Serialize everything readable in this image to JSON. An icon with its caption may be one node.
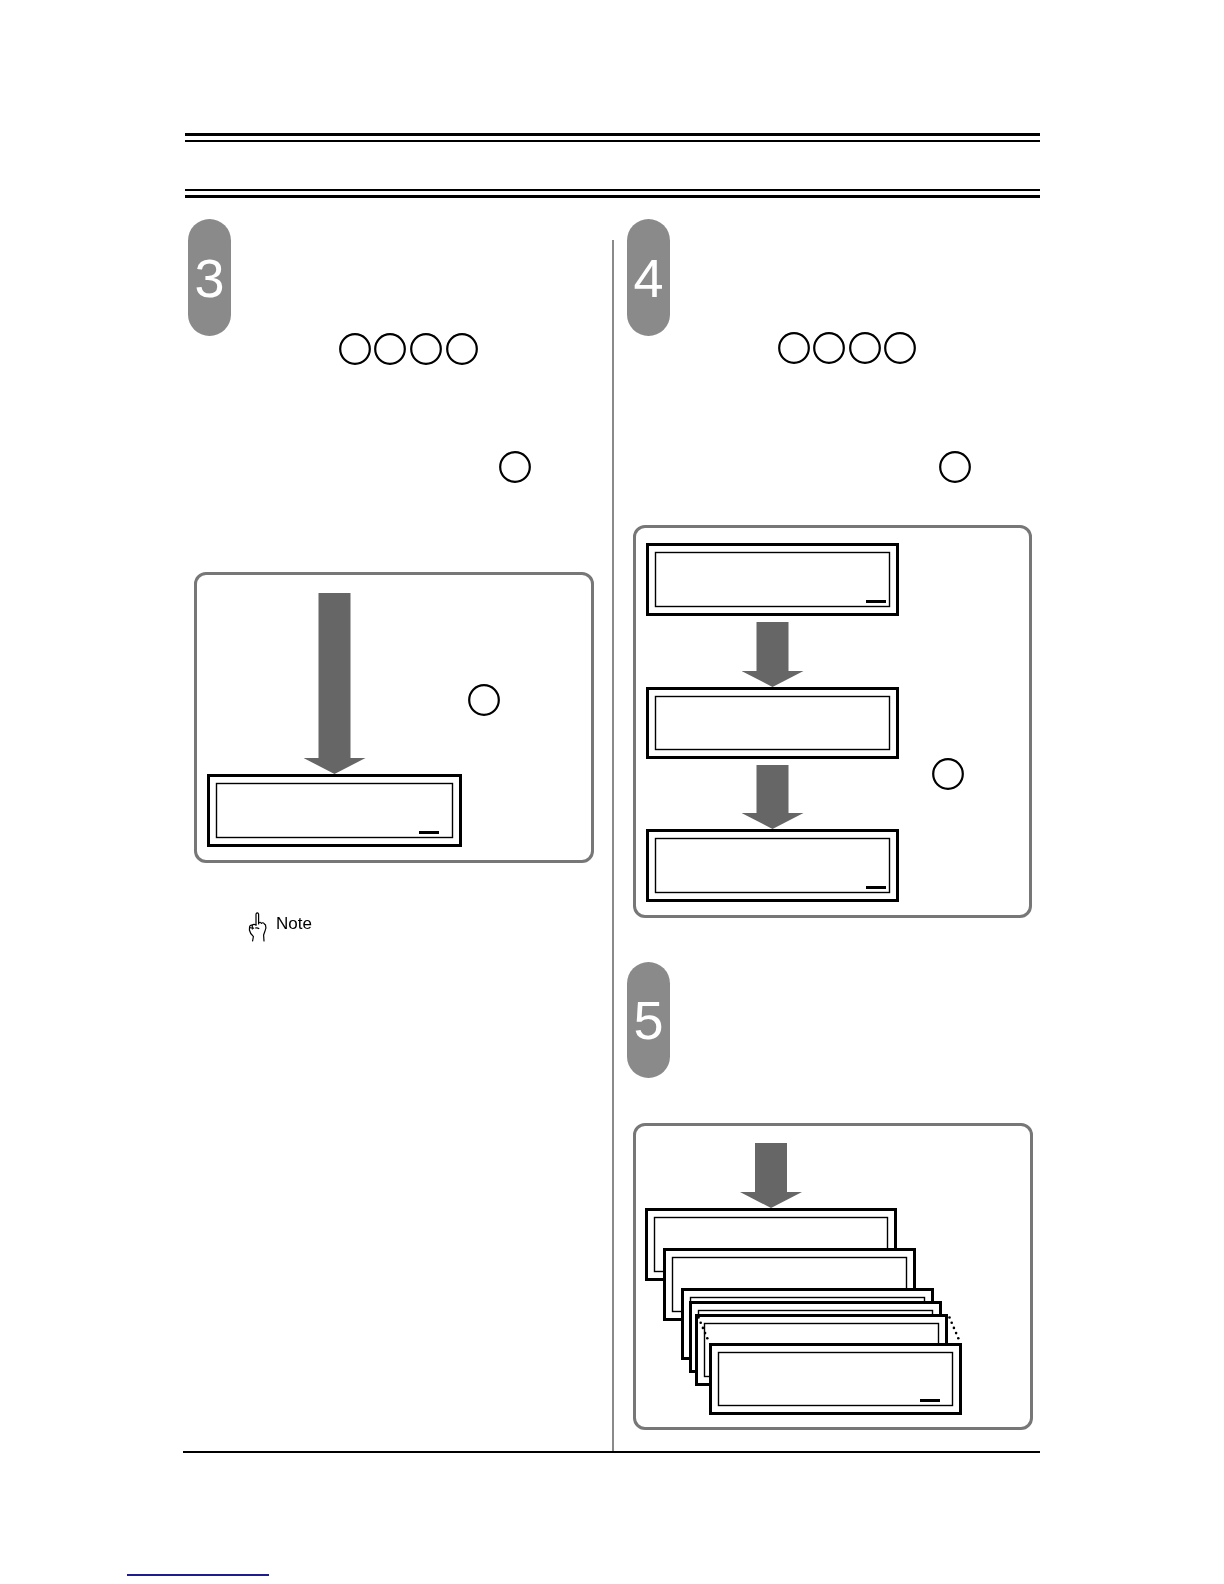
{
  "diagram": {
    "nodes": [
      {
        "text": [
          "3"
        ]
      },
      {
        "text": [],
        "shape": "box"
      },
      {
        "text": [
          "4"
        ]
      },
      {
        "text": [],
        "shape": "box"
      },
      {
        "text": [],
        "shape": "box"
      },
      {
        "text": [],
        "shape": "box"
      },
      {
        "text": [
          "5"
        ]
      },
      {
        "text": [],
        "shape": "box"
      },
      {
        "text": [],
        "shape": "box"
      },
      {
        "text": [],
        "shape": "box"
      },
      {
        "text": [],
        "shape": "box"
      },
      {
        "text": [],
        "shape": "box"
      },
      {
        "text": [],
        "shape": "box"
      }
    ],
    "edges": [
      {
        "from": null,
        "to": 1,
        "arrow": "to"
      },
      {
        "from": 3,
        "to": 4,
        "arrow": "to"
      },
      {
        "from": 4,
        "to": 5,
        "arrow": "to"
      },
      {
        "from": null,
        "to": 7,
        "arrow": "to"
      }
    ],
    "labels": [
      "Note"
    ]
  }
}
